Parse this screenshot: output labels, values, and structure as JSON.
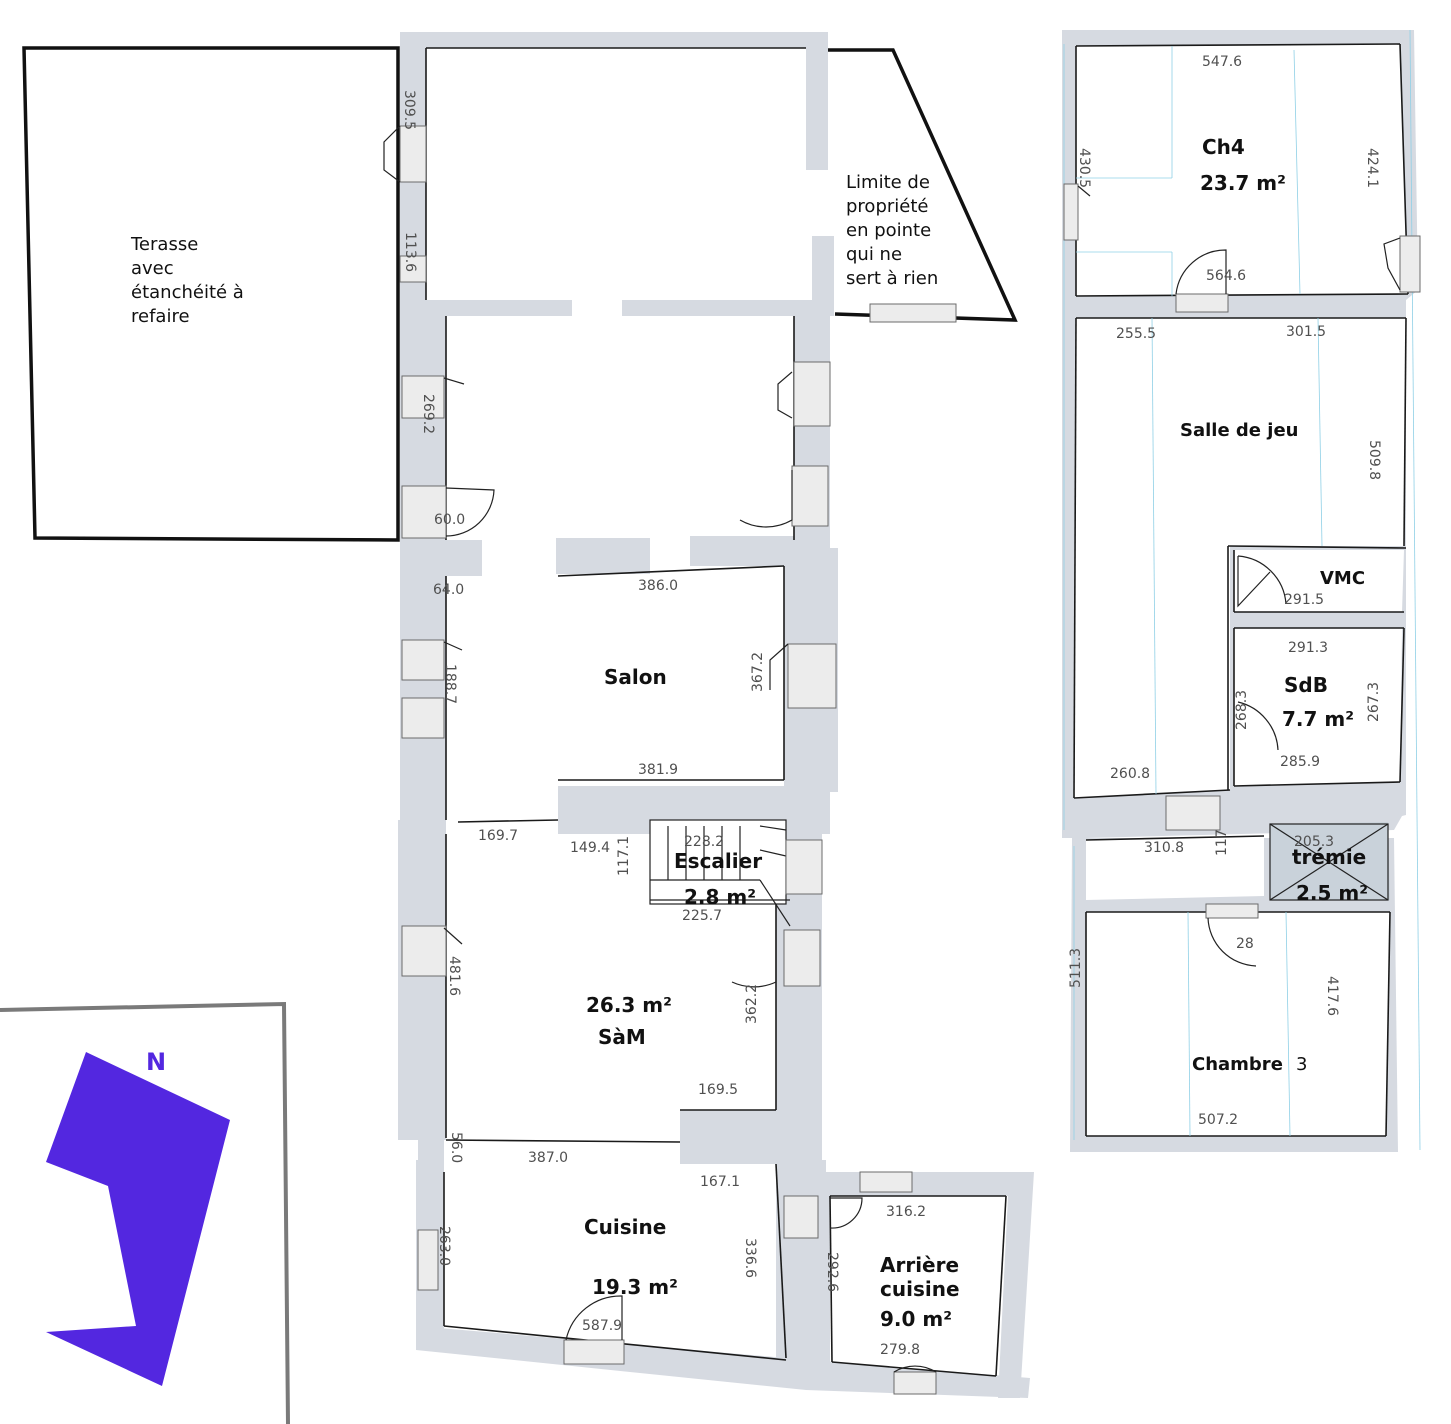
{
  "colors": {
    "wall": "#d6dae1",
    "compass": "#5327e0",
    "guide": "#8fd0e6"
  },
  "notes": {
    "terrace": [
      "Terasse",
      "avec",
      "étanchéité à",
      "refaire"
    ],
    "property_limit": [
      "Limite de",
      "propriété",
      "en pointe",
      "qui ne",
      "sert à rien"
    ]
  },
  "compass": {
    "label": "N",
    "icon": "north-arrow-icon"
  },
  "ground_floor": {
    "rooms": {
      "salon": {
        "name": "Salon"
      },
      "escalier": {
        "name": "Escalier",
        "area": "2.8 m²"
      },
      "sam": {
        "name": "SàM",
        "area": "26.3 m²"
      },
      "cuisine": {
        "name": "Cuisine",
        "area": "19.3 m²"
      },
      "arriere_cuisine": {
        "name_line1": "Arrière",
        "name_line2": "cuisine",
        "area": "9.0 m²"
      }
    },
    "dimensions": {
      "d309_5": "309.5",
      "d113_6": "113.6",
      "d269_2": "269.2",
      "d60_0": "60.0",
      "d64_0": "64.0",
      "d386_0": "386.0",
      "d367_2": "367.2",
      "d188_7": "188.7",
      "d381_9": "381.9",
      "d169_7": "169.7",
      "d149_4": "149.4",
      "d117_1": "117.1",
      "d228_2": "228.2",
      "d225_7": "225.7",
      "d481_6": "481.6",
      "d362_2": "362.2",
      "d169_5": "169.5",
      "d56_0": "56.0",
      "d387_0": "387.0",
      "d167_1": "167.1",
      "d263_0": "263.0",
      "d336_6": "336.6",
      "d587_9": "587.9",
      "d316_2": "316.2",
      "d292_6": "292.6",
      "d279_8": "279.8"
    }
  },
  "upper_floor": {
    "rooms": {
      "ch4": {
        "name": "Ch4",
        "area": "23.7 m²"
      },
      "salle_de_jeu": {
        "name": "Salle de jeu"
      },
      "vmc": {
        "name": "VMC"
      },
      "sdb": {
        "name": "SdB",
        "area": "7.7 m²"
      },
      "tremie": {
        "name": "trémie",
        "area": "2.5 m²"
      },
      "chambre3": {
        "name": "Chambre",
        "number": "3"
      }
    },
    "dimensions": {
      "d547_6": "547.6",
      "d430_5": "430.5",
      "d424_1": "424.1",
      "d564_6": "564.6",
      "d255_5": "255.5",
      "d301_5": "301.5",
      "d509_8": "509.8",
      "d291_5": "291.5",
      "d291_3": "291.3",
      "d268_3": "268.3",
      "d267_3": "267.3",
      "d285_9": "285.9",
      "d260_8": "260.8",
      "d310_8": "310.8",
      "d117": "117",
      "d205_3": "205.3",
      "d28": "28",
      "d511_3": "511.3",
      "d417_6": "417.6",
      "d507_2": "507.2"
    }
  }
}
